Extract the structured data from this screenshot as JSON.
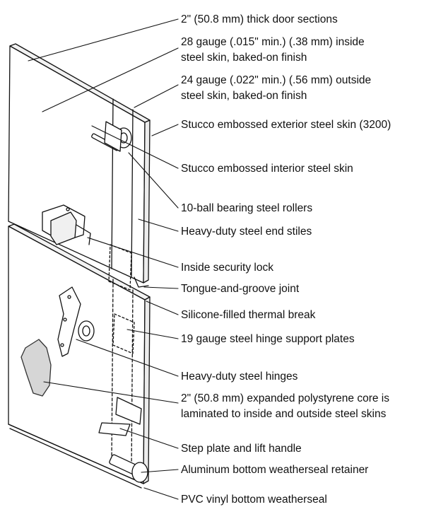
{
  "callouts": [
    {
      "id": "thick-door-sections",
      "text": "2\" (50.8 mm) thick door sections"
    },
    {
      "id": "inside-steel-skin",
      "text": "28 gauge (.015\" min.) (.38 mm) inside\nsteel skin, baked-on finish"
    },
    {
      "id": "outside-steel-skin",
      "text": "24 gauge (.022\" min.) (.56 mm) outside\nsteel skin, baked-on finish"
    },
    {
      "id": "stucco-exterior-skin",
      "text": "Stucco embossed exterior steel skin (3200)"
    },
    {
      "id": "stucco-interior-skin",
      "text": "Stucco embossed interior steel skin"
    },
    {
      "id": "ball-bearing-rollers",
      "text": "10-ball bearing steel rollers"
    },
    {
      "id": "end-stiles",
      "text": "Heavy-duty steel end stiles"
    },
    {
      "id": "security-lock",
      "text": "Inside security lock"
    },
    {
      "id": "tongue-groove-joint",
      "text": "Tongue-and-groove joint"
    },
    {
      "id": "thermal-break",
      "text": "Silicone-filled thermal break"
    },
    {
      "id": "hinge-support-plates",
      "text": "19 gauge steel hinge support plates"
    },
    {
      "id": "steel-hinges",
      "text": "Heavy-duty steel hinges"
    },
    {
      "id": "polystyrene-core",
      "text": "2\" (50.8 mm) expanded polystyrene core is\nlaminated to inside and outside steel skins"
    },
    {
      "id": "step-plate-lift-handle",
      "text": "Step plate and lift handle"
    },
    {
      "id": "weatherseal-retainer",
      "text": "Aluminum bottom weatherseal retainer"
    },
    {
      "id": "vinyl-weatherseal",
      "text": "PVC vinyl bottom weatherseal"
    }
  ],
  "colors": {
    "line": "#111111",
    "panel": "#ffffff",
    "core": "#d6d6d6",
    "shade": "#e6e6e6"
  }
}
